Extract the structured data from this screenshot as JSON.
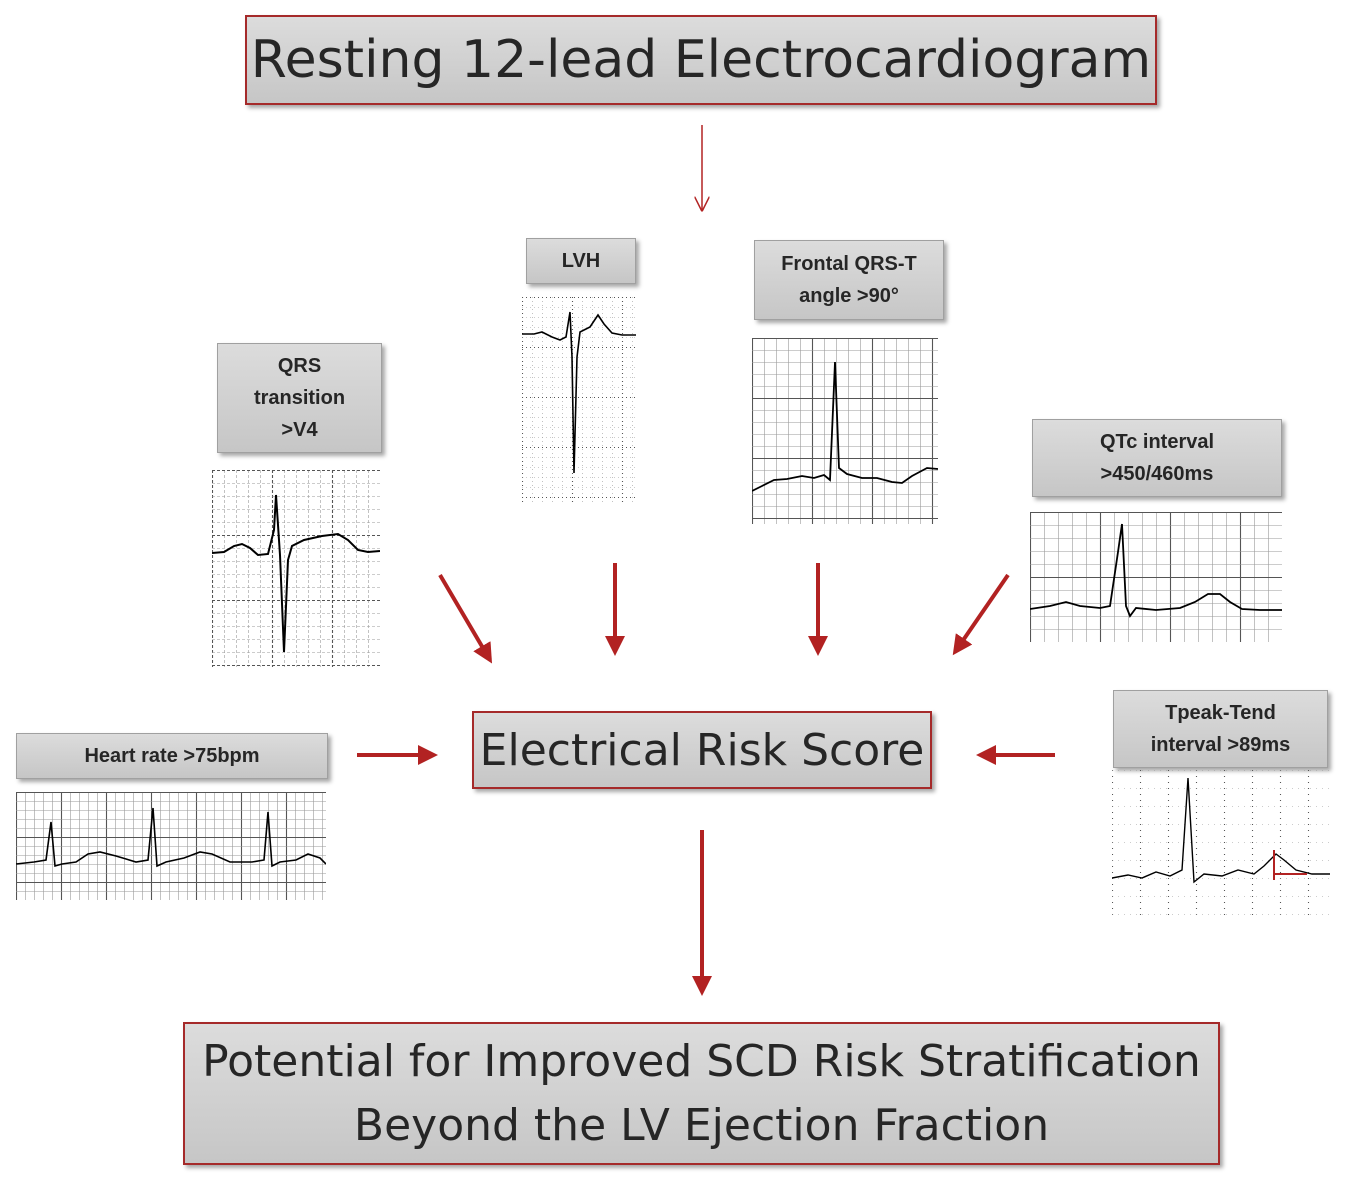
{
  "title": "Resting 12-lead Electrocardiogram",
  "center": "Electrical Risk Score",
  "bottom": {
    "line1": "Potential for Improved SCD Risk Stratification",
    "line2": "Beyond the LV Ejection Fraction"
  },
  "factors": {
    "lvh": {
      "label": "LVH"
    },
    "qrs_t": {
      "line1": "Frontal QRS-T",
      "line2": "angle >90°"
    },
    "qrs_transition": {
      "line1": "QRS",
      "line2": "transition",
      "line3": ">V4"
    },
    "qtc": {
      "line1": "QTc interval",
      "line2": ">450/460ms"
    },
    "heart_rate": {
      "label": "Heart rate >75bpm"
    },
    "tpeak": {
      "line1": "Tpeak-Tend",
      "line2": "interval >89ms"
    }
  },
  "colors": {
    "arrow": "#b22222",
    "box_border": "#a52a2a",
    "grid": "#8a8a8a",
    "trace": "#000000"
  }
}
